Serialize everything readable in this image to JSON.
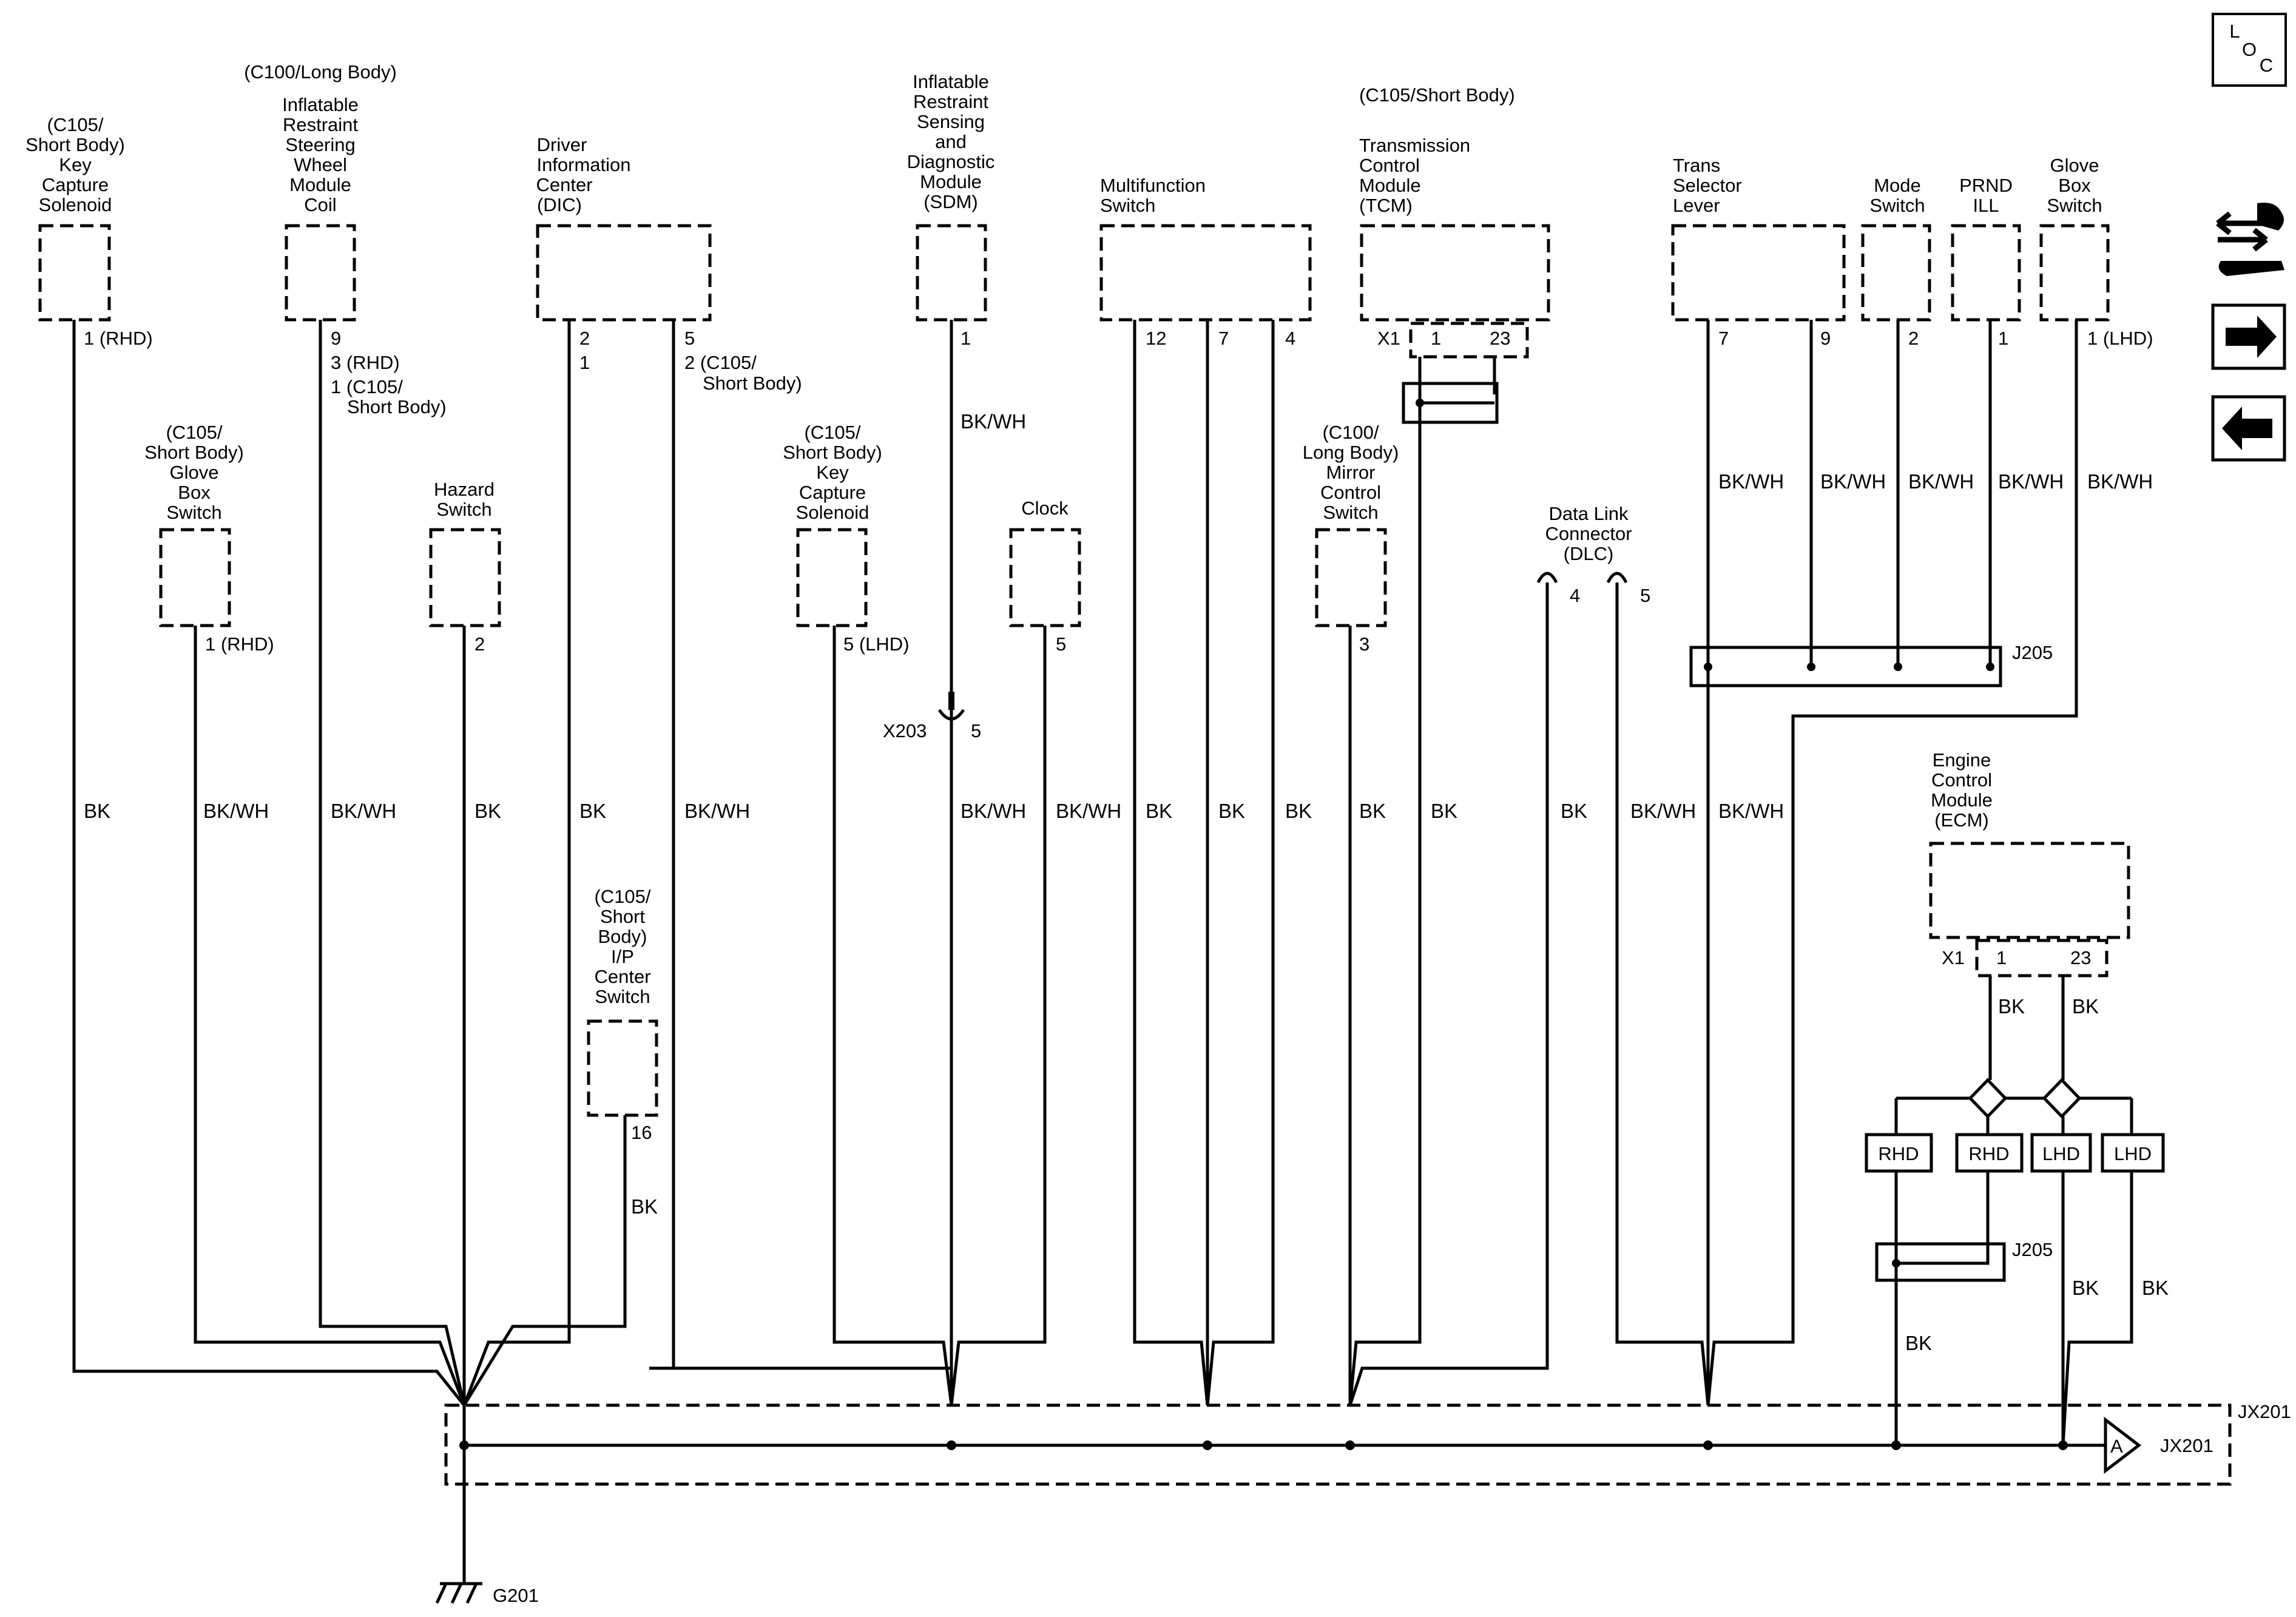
{
  "components": {
    "key_capture_solenoid_rhd": {
      "lines": [
        "(C105/",
        "Short Body)",
        "Key",
        "Capture",
        "Solenoid"
      ],
      "pin": "1 (RHD)",
      "wire": "BK"
    },
    "steering_wheel_coil": {
      "top_note": "(C100/Long Body)",
      "lines": [
        "Inflatable",
        "Restraint",
        "Steering",
        "Wheel",
        "Module",
        "Coil"
      ],
      "pins": [
        "9",
        "3 (RHD)",
        "1 (C105/",
        "Short Body)"
      ],
      "wire": "BK/WH"
    },
    "glove_box_switch_rhd": {
      "lines": [
        "(C105/",
        "Short Body)",
        "Glove",
        "Box",
        "Switch"
      ],
      "pin": "1 (RHD)",
      "wire": "BK/WH"
    },
    "hazard_switch": {
      "lines": [
        "Hazard",
        "Switch"
      ],
      "pin": "2",
      "wire": "BK"
    },
    "dic": {
      "lines": [
        "Driver",
        "Information",
        "Center",
        "(DIC)"
      ],
      "pins_left": [
        "2",
        "1"
      ],
      "pins_right": [
        "5",
        "2 (C105/",
        "Short Body)"
      ],
      "wire_left": "BK",
      "wire_right": "BK/WH"
    },
    "ip_center_switch": {
      "lines": [
        "(C105/",
        "Short",
        "Body)",
        "I/P",
        "Center",
        "Switch"
      ],
      "pin": "16",
      "wire": "BK"
    },
    "sdm": {
      "lines": [
        "Inflatable",
        "Restraint",
        "Sensing",
        "and",
        "Diagnostic",
        "Module",
        "(SDM)"
      ],
      "pin": "1",
      "wire_upper": "BK/WH",
      "connector": "X203",
      "connector_pin": "5",
      "wire_lower": "BK/WH"
    },
    "key_capture_solenoid_lhd": {
      "lines": [
        "(C105/",
        "Short Body)",
        "Key",
        "Capture",
        "Solenoid"
      ],
      "pin": "5 (LHD)"
    },
    "clock": {
      "lines": [
        "Clock"
      ],
      "pin": "5",
      "wire": "BK/WH"
    },
    "multifunction_switch": {
      "lines": [
        "Multifunction",
        "Switch"
      ],
      "pins": [
        "12",
        "7",
        "4"
      ],
      "wires": [
        "BK",
        "BK",
        "BK"
      ]
    },
    "mirror_control_switch": {
      "lines": [
        "(C100/",
        "Long Body)",
        "Mirror",
        "Control",
        "Switch"
      ],
      "pin": "3",
      "wire": "BK"
    },
    "tcm": {
      "top_note": "(C105/Short Body)",
      "lines": [
        "Transmission",
        "Control",
        "Module",
        "(TCM)"
      ],
      "connector": "X1",
      "pins": [
        "1",
        "23"
      ],
      "wire": "BK"
    },
    "dlc": {
      "lines": [
        "Data Link",
        "Connector",
        "(DLC)"
      ],
      "pins": [
        "4",
        "5"
      ],
      "wires": [
        "BK",
        "BK/WH"
      ]
    },
    "trans_selector_lever": {
      "lines": [
        "Trans",
        "Selector",
        "Lever"
      ],
      "pins": [
        "7",
        "9"
      ],
      "wires": [
        "BK/WH",
        "BK/WH"
      ]
    },
    "mode_switch": {
      "lines": [
        "Mode",
        "Switch"
      ],
      "pin": "2",
      "wire": "BK/WH"
    },
    "prnd_ill": {
      "lines": [
        "PRND",
        "ILL"
      ],
      "pin": "1",
      "wire": "BK/WH"
    },
    "glove_box_switch_lhd": {
      "lines": [
        "Glove",
        "Box",
        "Switch"
      ],
      "pin": "1 (LHD)",
      "wire": "BK/WH"
    },
    "splice_j205_upper": {
      "label": "J205",
      "wire_below": "BK/WH"
    },
    "ecm": {
      "lines": [
        "Engine",
        "Control",
        "Module",
        "(ECM)"
      ],
      "connector": "X1",
      "pins": [
        "1",
        "23"
      ],
      "wires": [
        "BK",
        "BK"
      ]
    },
    "options": [
      "RHD",
      "RHD",
      "LHD",
      "LHD"
    ],
    "splice_j205_lower": {
      "label": "J205"
    },
    "ecm_lower_wires": [
      "BK",
      "BK",
      "BK"
    ]
  },
  "splice_pack": {
    "label_top": "JX201",
    "label_side": "JX201",
    "arrow_letter": "A"
  },
  "ground": {
    "label": "G201"
  },
  "loc_badge": {
    "l": "L",
    "o": "O",
    "c": "C"
  },
  "icons": {
    "tools": "tools-icon",
    "next": "arrow-right-icon",
    "prev": "arrow-left-icon"
  },
  "colors": {
    "ink": "#000000",
    "background": "#ffffff"
  }
}
